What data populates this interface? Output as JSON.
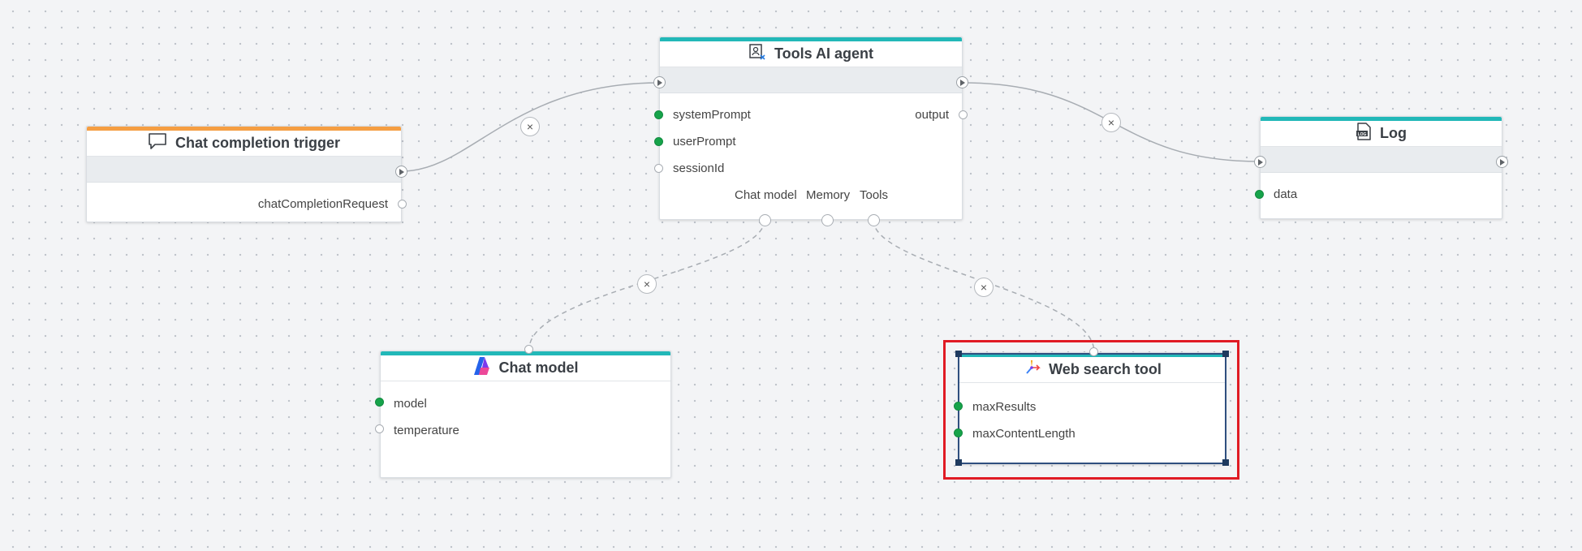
{
  "nodes": {
    "chat_trigger": {
      "title": "Chat completion trigger",
      "icon": "chat-bubble-icon",
      "accent": "#f59e42",
      "outputs": [
        "chatCompletionRequest"
      ]
    },
    "agent": {
      "title": "Tools AI agent",
      "icon": "agent-icon",
      "accent": "#22b8b8",
      "inputs": [
        "systemPrompt",
        "userPrompt",
        "sessionId"
      ],
      "outputs": [
        "output"
      ],
      "slots": [
        "Chat model",
        "Memory",
        "Tools"
      ]
    },
    "log": {
      "title": "Log",
      "icon": "log-file-icon",
      "accent": "#22b8b8",
      "inputs": [
        "data"
      ]
    },
    "chat_model": {
      "title": "Chat model",
      "icon": "chat-model-logo-icon",
      "accent": "#22b8b8",
      "inputs": [
        "model",
        "temperature"
      ]
    },
    "web_search": {
      "title": "Web search tool",
      "icon": "web-search-icon",
      "accent": "#22b8b8",
      "inputs": [
        "maxResults",
        "maxContentLength"
      ]
    }
  },
  "colors": {
    "selection_highlight": "#e01b24",
    "connected_port": "#16a34a",
    "edge": "#a8adb3"
  },
  "delete_symbol": "×"
}
